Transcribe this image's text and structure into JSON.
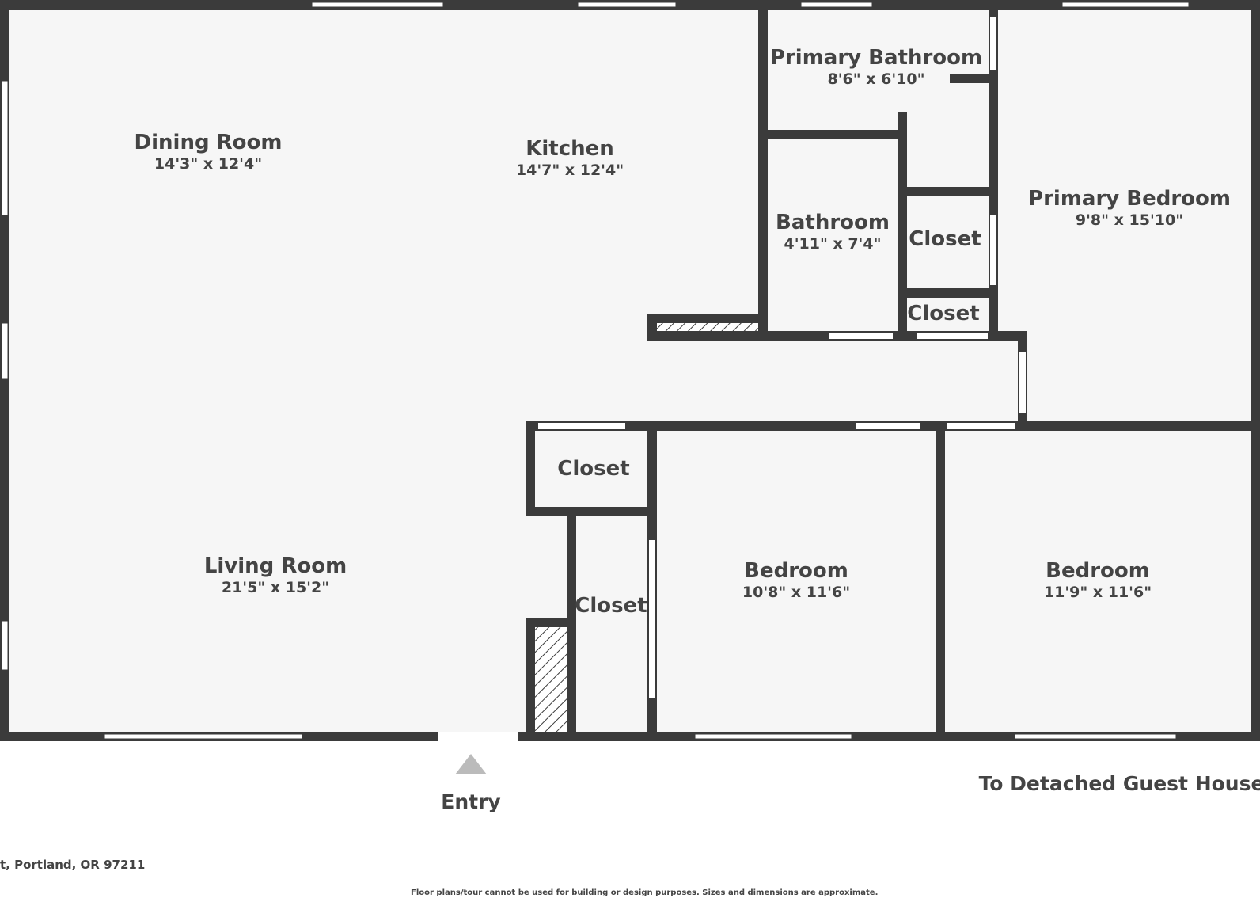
{
  "rooms": {
    "dining_room": {
      "name": "Dining Room",
      "dims": "14'3\" x 12'4\""
    },
    "kitchen": {
      "name": "Kitchen",
      "dims": "14'7\" x 12'4\""
    },
    "primary_bathroom": {
      "name": "Primary Bathroom",
      "dims": "8'6\" x 6'10\""
    },
    "bathroom": {
      "name": "Bathroom",
      "dims": "4'11\" x 7'4\""
    },
    "closet_upper": {
      "name": "Closet"
    },
    "closet_lower": {
      "name": "Closet"
    },
    "primary_bedroom": {
      "name": "Primary Bedroom",
      "dims": "9'8\" x 15'10\""
    },
    "closet_hall": {
      "name": "Closet"
    },
    "closet_tall": {
      "name": "Closet"
    },
    "living_room": {
      "name": "Living Room",
      "dims": "21'5\" x 15'2\""
    },
    "bedroom_center": {
      "name": "Bedroom",
      "dims": "10'8\" x 11'6\""
    },
    "bedroom_right": {
      "name": "Bedroom",
      "dims": "11'9\" x 11'6\""
    }
  },
  "entry_label": "Entry",
  "guest_house_label": "To Detached Guest House",
  "address": "t, Portland, OR 97211",
  "disclaimer": "Floor plans/tour cannot be used for building or design purposes. Sizes and dimensions are approximate.",
  "colors": {
    "wall": "#3b3b3b",
    "floor": "#f6f6f6",
    "text": "#444444",
    "window": "#ffffff",
    "marker": "#bbbbbb"
  }
}
